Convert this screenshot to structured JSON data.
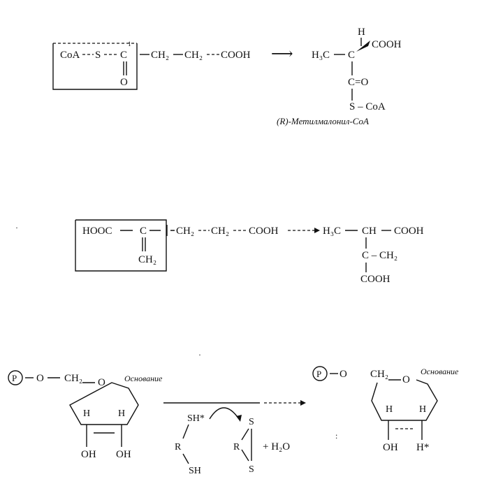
{
  "reaction1": {
    "coa": "CoA",
    "s": "S",
    "c": "C",
    "o": "O",
    "ch2_a": "CH₂",
    "ch2_b": "CH₂",
    "cooh": "COOH",
    "arrow": "⟶",
    "h": "H",
    "h3c": "H₃C",
    "c_center": "C",
    "cooh_p": "COOH",
    "c_eq_o": "C=O",
    "s_coa": "S – CoA",
    "caption": "(R)-Метилмалонил-CoA"
  },
  "reaction2": {
    "hooc": "HOOC",
    "c": "C",
    "ch2_side": "CH₂",
    "ch2_a": "CH₂",
    "ch2_b": "CH₂",
    "cooh": "COOH",
    "h3c": "H₃C",
    "ch": "CH",
    "cooh_r": "COOH",
    "c_ch2": "C – CH₂",
    "cooh_bottom": "COOH"
  },
  "reaction3": {
    "p": "P",
    "o": "O",
    "ch2": "CH₂",
    "ring_o": "O",
    "base": "Основание",
    "h": "H",
    "oh": "OH",
    "sh": "SH",
    "sh_star": "SH*",
    "r": "R",
    "s": "S",
    "plus_water": "+ H₂O",
    "h_star": "H*"
  }
}
